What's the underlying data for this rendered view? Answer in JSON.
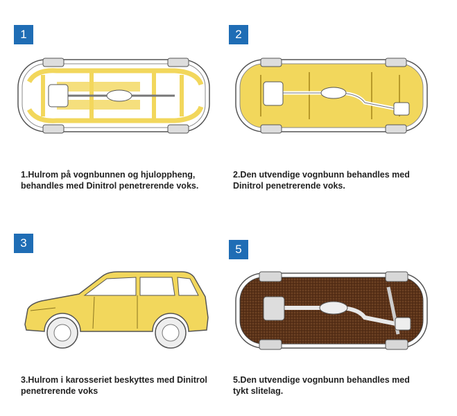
{
  "panels": [
    {
      "badge": "1",
      "caption_line1": "1.Hulrom på vognbunnen og hjuloppheng,",
      "caption_line2": "behandles med Dinitrol penetrerende voks."
    },
    {
      "badge": "2",
      "caption_line1": "2.Den utvendige vognbunn behandles med",
      "caption_line2": "Dinitrol penetrerende voks."
    },
    {
      "badge": "3",
      "caption_line1": "3.Hulrom i karosseriet beskyttes med Dinitrol",
      "caption_line2": "penetrerende voks"
    },
    {
      "badge": "5",
      "caption_line1": "5.Den utvendige vognbunn behandles med",
      "caption_line2": "tykt slitelag."
    }
  ],
  "colors": {
    "badge": "#1f6db5",
    "wax_yellow": "#f2d75c",
    "wear_layer_brown": "#5a3218",
    "outline": "#555555"
  }
}
